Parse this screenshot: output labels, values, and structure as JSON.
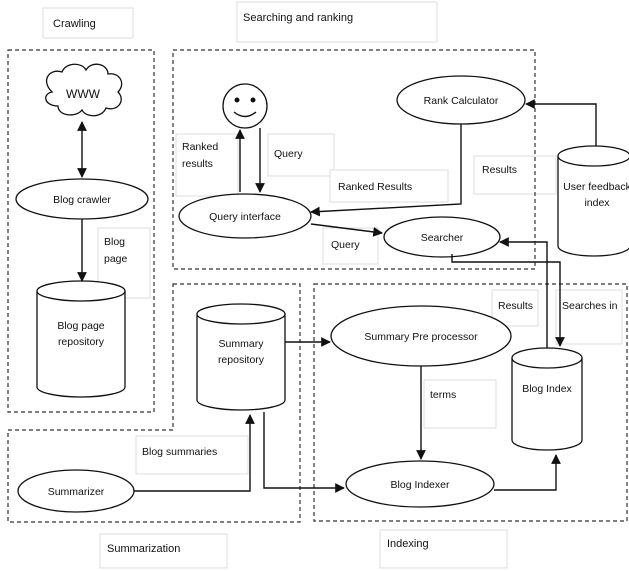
{
  "regions": {
    "crawling": "Crawling",
    "searching": "Searching and ranking",
    "summarization": "Summarization",
    "indexing": "Indexing"
  },
  "nodes": {
    "www": "WWW",
    "blog_crawler": "Blog crawler",
    "blog_page_repository": [
      "Blog page",
      "repository"
    ],
    "query_interface": "Query interface",
    "searcher": "Searcher",
    "rank_calculator": "Rank Calculator",
    "user_feedback_index": [
      "User feedback",
      "index"
    ],
    "summary_repository": [
      "Summary",
      "repository"
    ],
    "summary_preprocessor": "Summary Pre processor",
    "blog_index": "Blog Index",
    "blog_indexer": "Blog Indexer",
    "summarizer": "Summarizer"
  },
  "labels": {
    "blog_page": [
      "Blog",
      "page"
    ],
    "ranked_results": [
      "Ranked",
      "results"
    ],
    "query_up": "Query",
    "ranked_results_box": "Ranked Results",
    "query_right": "Query",
    "results_top": "Results",
    "results_mid": "Results",
    "searches_in": "Searches in",
    "terms": "terms",
    "blog_summaries": "Blog summaries"
  },
  "icons": {
    "user": "smiley-face-icon"
  }
}
